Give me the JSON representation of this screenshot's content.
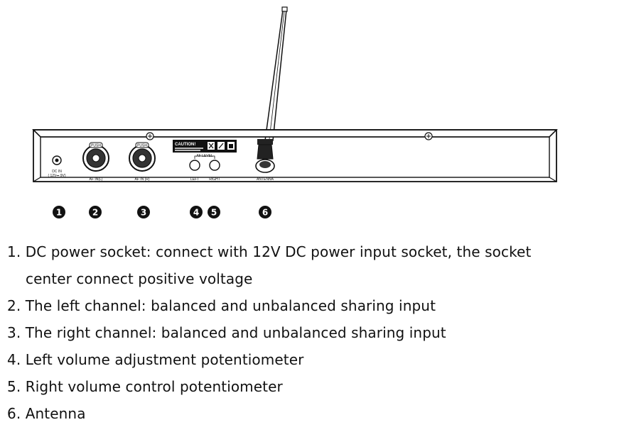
{
  "panel": {
    "dc_label": "DC IN",
    "dc_sub": "( 12V⎓ 9V)",
    "af_in_left": "AF IN(L)",
    "af_in_right": "AF IN (R)",
    "push_left": "PUSH",
    "push_right": "PUSH",
    "caution_title": "CAUTION!",
    "af_level": "AF LEVEL",
    "left": "LEFT",
    "right": "RIGHT",
    "antenna": "ANTENNA"
  },
  "callouts": [
    "1",
    "2",
    "3",
    "4",
    "5",
    "6"
  ],
  "items": [
    "1. DC power socket: connect with 12V DC power input socket, the socket",
    "center connect positive voltage",
    "2. The left channel: balanced and unbalanced sharing input",
    "3. The right channel: balanced and unbalanced sharing input",
    "4. Left volume adjustment potentiometer",
    "5. Right volume control potentiometer",
    "6.  Antenna"
  ]
}
